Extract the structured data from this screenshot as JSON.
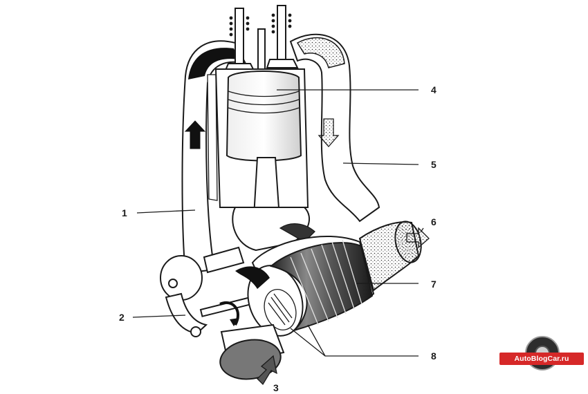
{
  "diagram": {
    "callouts": [
      {
        "id": "1",
        "label": "1"
      },
      {
        "id": "2",
        "label": "2"
      },
      {
        "id": "3",
        "label": "3"
      },
      {
        "id": "4",
        "label": "4"
      },
      {
        "id": "5",
        "label": "5"
      },
      {
        "id": "6",
        "label": "6"
      },
      {
        "id": "7",
        "label": "7"
      },
      {
        "id": "8",
        "label": "8"
      }
    ]
  },
  "watermark": {
    "text": "AutoBlogCar.ru"
  },
  "colors": {
    "ink": "#1a1a1a",
    "logo_red": "#d62828"
  }
}
